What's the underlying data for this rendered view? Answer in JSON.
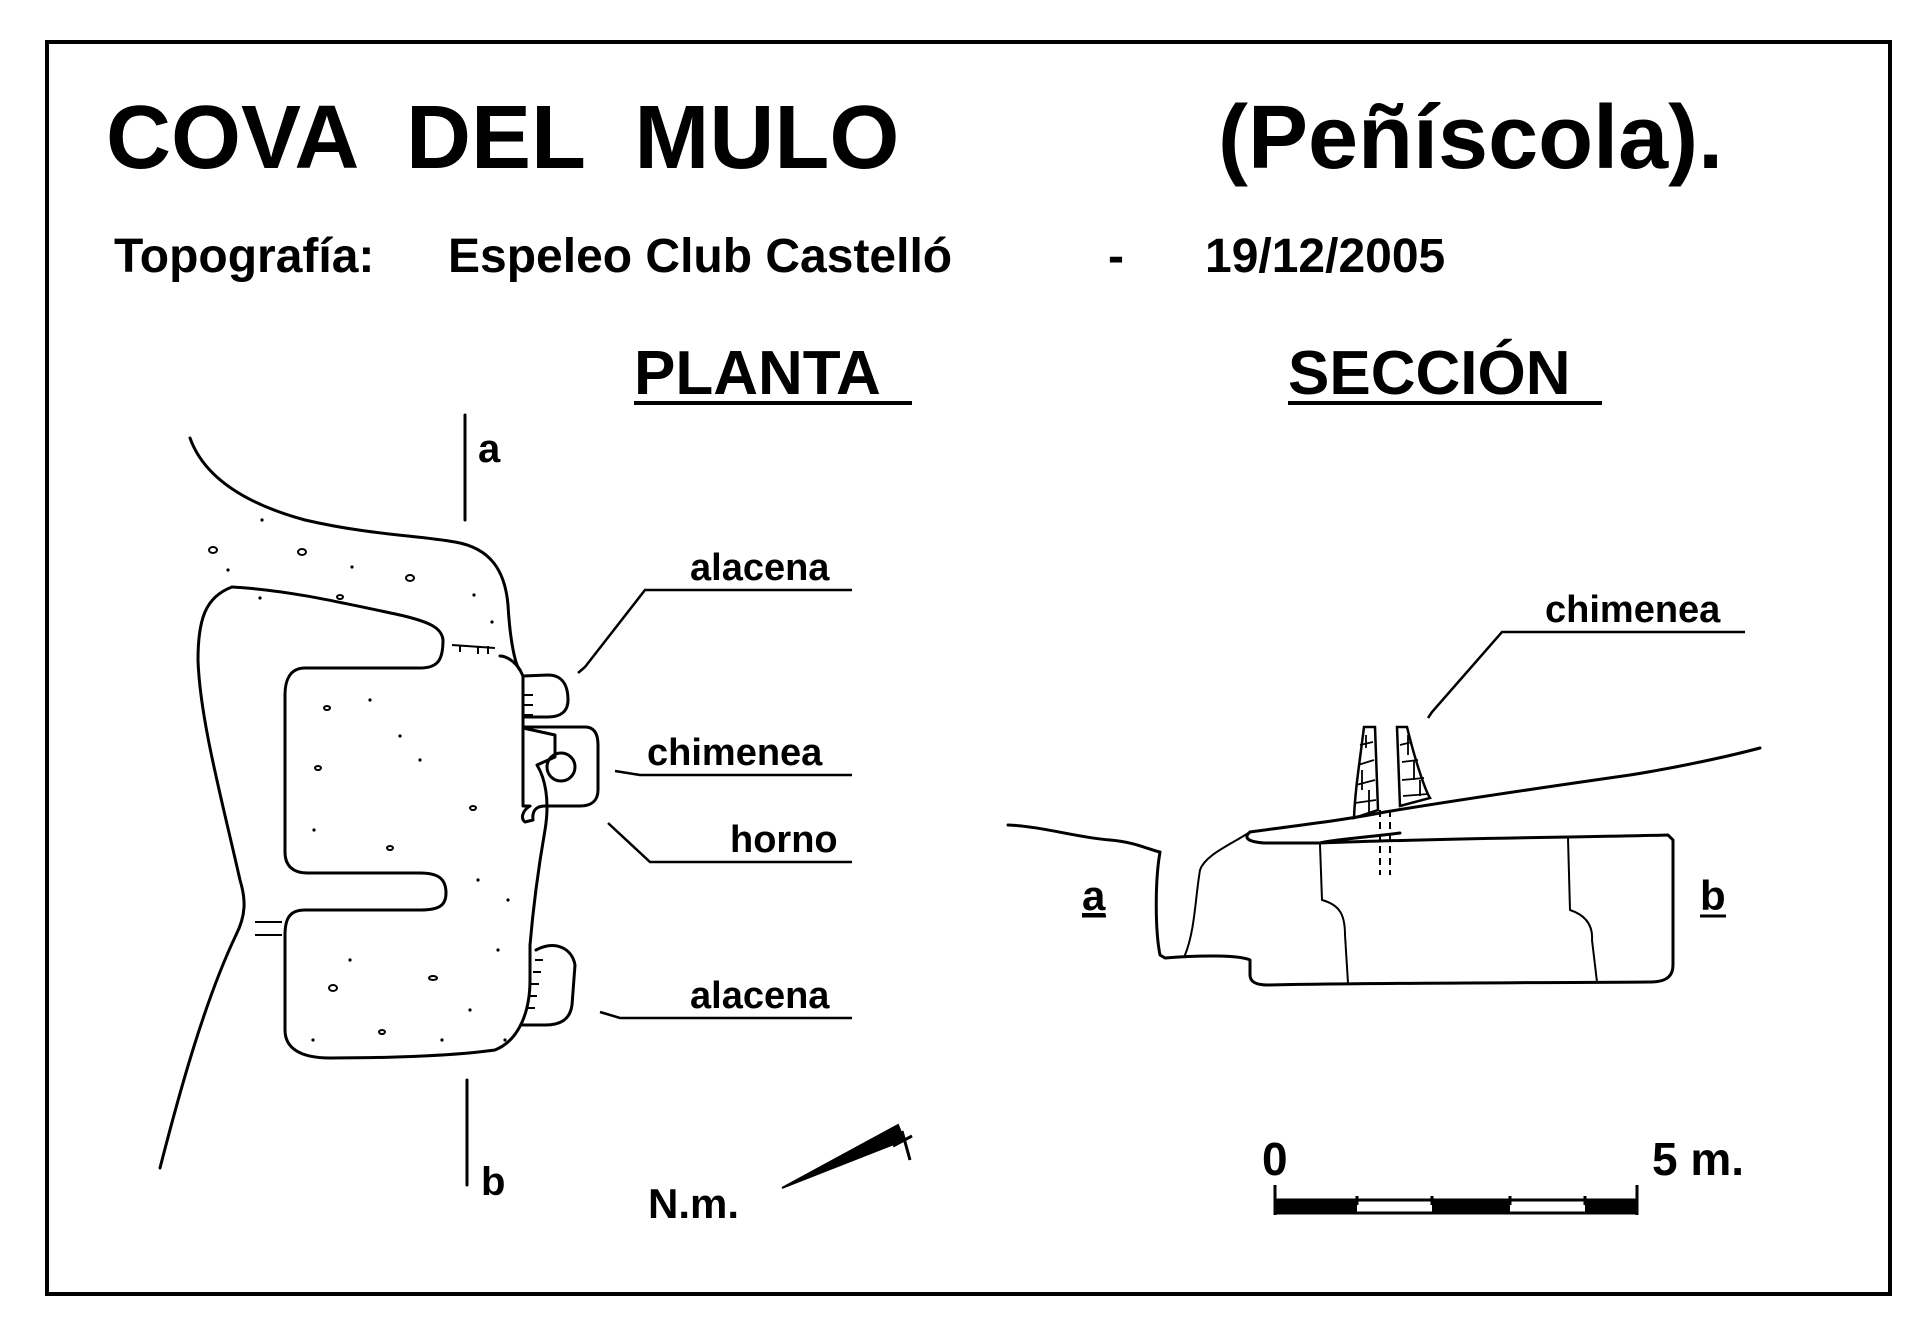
{
  "title": {
    "name": "COVA  DEL  MULO",
    "place": "(Peñíscola)."
  },
  "subtitle": {
    "prefix": "Topografía:",
    "author": "Espeleo Club Castelló",
    "dash": "-",
    "date": "19/12/2005"
  },
  "plan": {
    "heading": "PLANTA",
    "cut_top": "a",
    "cut_bottom": "b",
    "labels": {
      "alacena_top": "alacena",
      "chimenea": "chimenea",
      "horno": "horno",
      "alacena_bottom": "alacena"
    },
    "north_label": "N.m."
  },
  "section": {
    "heading": "SECCIÓN",
    "label_left": "a",
    "label_right": "b",
    "chimenea": "chimenea"
  },
  "scale": {
    "start": "0",
    "end": "5 m."
  }
}
